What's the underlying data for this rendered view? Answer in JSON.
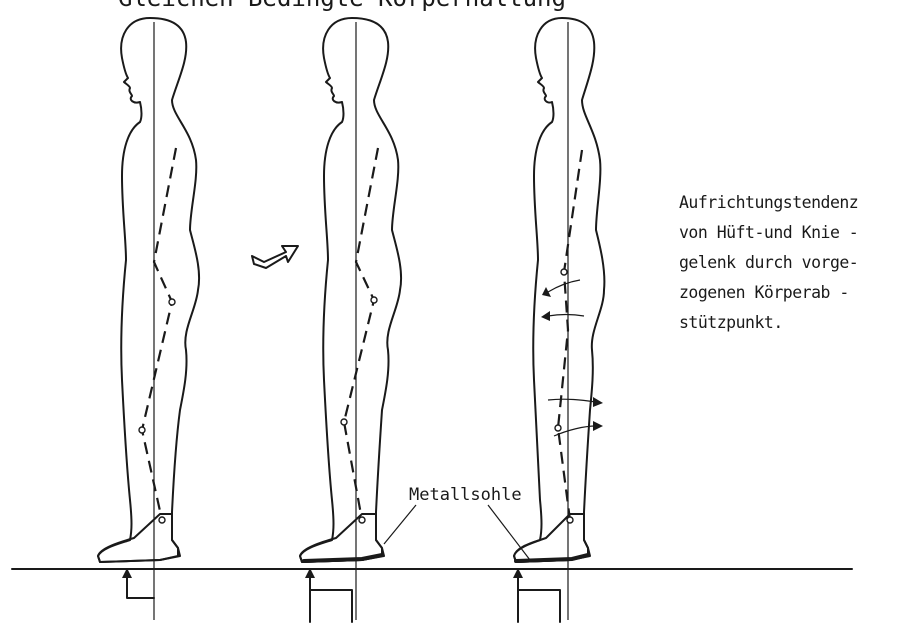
{
  "heading_fragment": "Gleichen Bedingte Körperhaltung",
  "sole_label": "Metallsohle",
  "annotation": {
    "lines": [
      "Aufrichtungstendenz",
      "von Hüft-und Knie -",
      "gelenk durch vorge-",
      "zogenen Körperab -",
      "stützpunkt."
    ]
  },
  "figures": [
    {
      "name": "figure-left-standing"
    },
    {
      "name": "figure-middle-metal-sole"
    },
    {
      "name": "figure-right-forward-support"
    }
  ]
}
